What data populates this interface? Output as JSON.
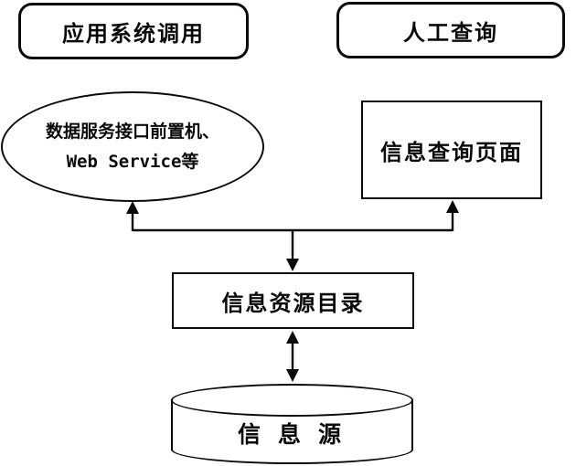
{
  "diagram": {
    "background_color": "#ffffff",
    "line_color": "#0a0a0a",
    "nodes": {
      "app_call": {
        "shape": "rounded-rectangle",
        "label": "应用系统调用"
      },
      "manual_query": {
        "shape": "rounded-rectangle",
        "label": "人工查询"
      },
      "frontend": {
        "shape": "ellipse",
        "label_line1": "数据服务接口前置机、",
        "label_line2": "Web Service等"
      },
      "query_page": {
        "shape": "rectangle",
        "label": "信息查询页面"
      },
      "directory": {
        "shape": "rectangle",
        "label": "信息资源目录"
      },
      "source": {
        "shape": "cylinder",
        "label": "信 息 源"
      }
    },
    "connectors": [
      {
        "name": "junction-to-frontend",
        "type": "arrow-up"
      },
      {
        "name": "junction-to-query-page",
        "type": "arrow-up"
      },
      {
        "name": "junction-to-directory",
        "type": "arrow-down"
      },
      {
        "name": "directory-to-source",
        "type": "double-arrow"
      }
    ]
  }
}
